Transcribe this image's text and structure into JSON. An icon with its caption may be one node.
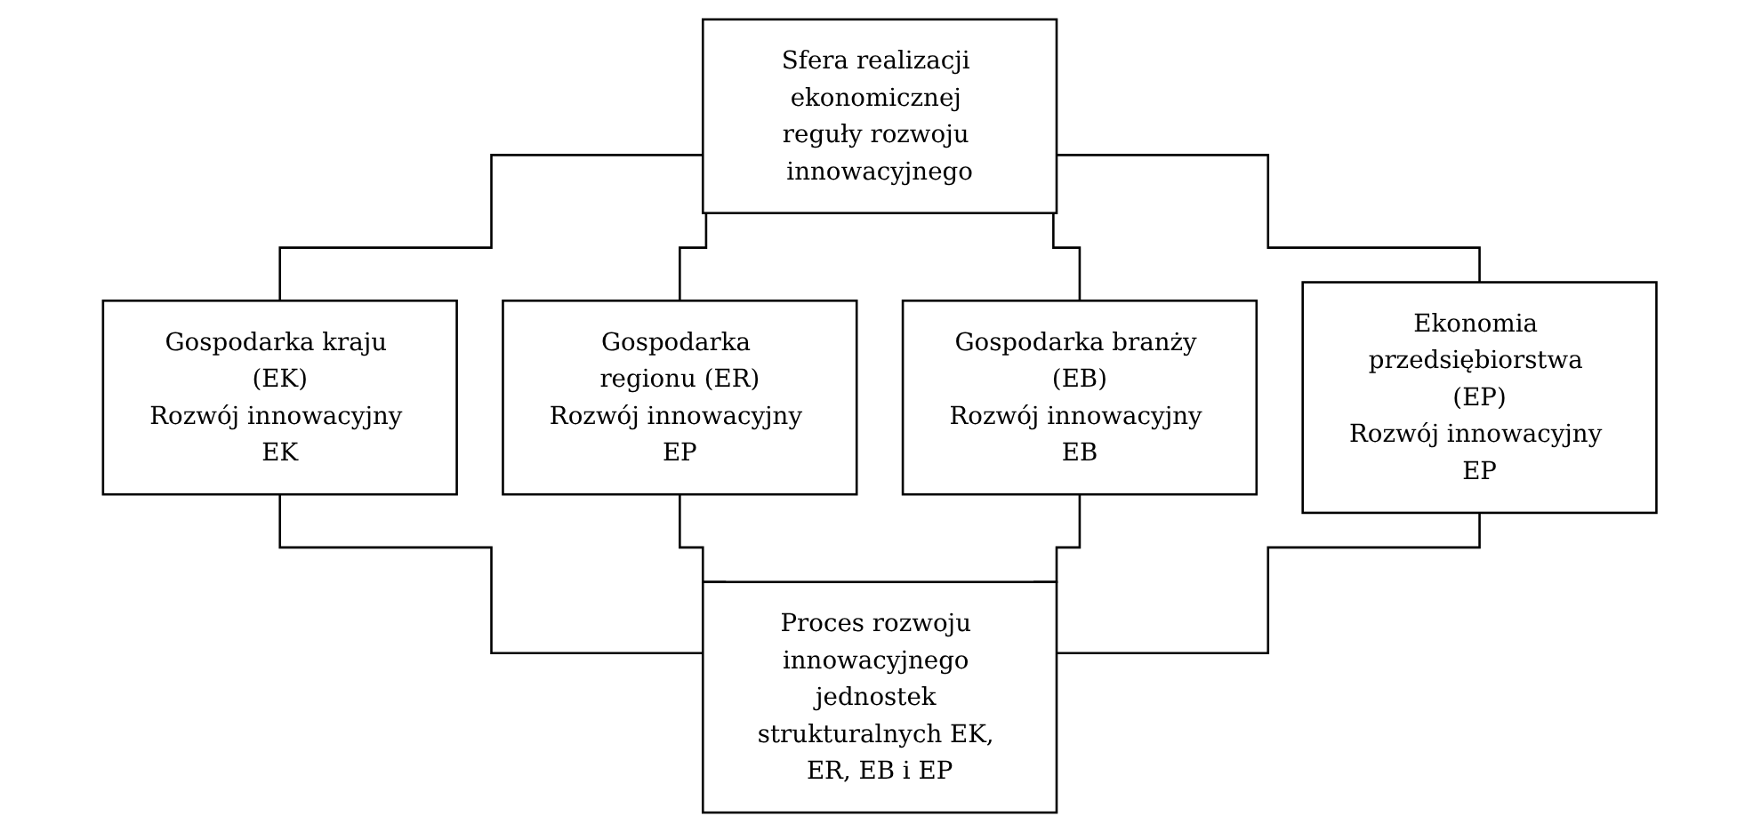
{
  "diagram": {
    "nodes": [
      {
        "text": [
          "Sfera realizacji ekonomicznej reguły rozwoju innowacyjnego"
        ]
      },
      {
        "text": [
          "Gospodarka kraju (EK)",
          "Rozwój innowacyjny EK"
        ]
      },
      {
        "text": [
          "Gospodarka regionu (ER)",
          "Rozwój innowacyjny EP"
        ]
      },
      {
        "text": [
          "Gospodarka branży (EB)",
          "Rozwój innowacyjny EB"
        ]
      },
      {
        "text": [
          "Ekonomia przedsiębiorstwa (EP)",
          "Rozwój innowacyjny EP"
        ]
      },
      {
        "text": [
          "Proces rozwoju innowacyjnego jednostek strukturalnych EK, ER, EB i EP"
        ]
      }
    ],
    "edges": [
      {
        "from": 0,
        "to": 1,
        "arrow": "none"
      },
      {
        "from": 0,
        "to": 2,
        "arrow": "none"
      },
      {
        "from": 0,
        "to": 3,
        "arrow": "none"
      },
      {
        "from": 0,
        "to": 4,
        "arrow": "none"
      },
      {
        "from": 1,
        "to": 5,
        "arrow": "none"
      },
      {
        "from": 2,
        "to": 5,
        "arrow": "none"
      },
      {
        "from": 3,
        "to": 5,
        "arrow": "none"
      },
      {
        "from": 4,
        "to": 5,
        "arrow": "none"
      }
    ]
  }
}
